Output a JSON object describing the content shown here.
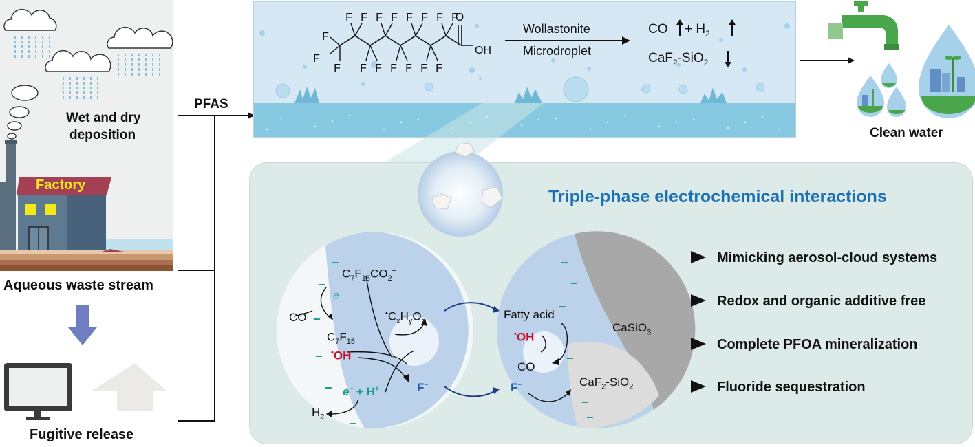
{
  "left_panel": {
    "deposition_label_line1": "Wet and dry",
    "deposition_label_line2": "deposition",
    "factory_label": "Factory",
    "waste_stream_label": "Aqueous waste stream",
    "fugitive_label": "Fugitive release"
  },
  "flow": {
    "pfas_label": "PFAS"
  },
  "reaction": {
    "molecule_atoms": {
      "fluorine": "F",
      "oxygen": "O",
      "hydroxyl": "OH"
    },
    "condition_top": "Wollastonite",
    "condition_bottom": "Microdroplet",
    "product_co": "CO",
    "product_h2_prefix": "+ H",
    "product_h2_sub": "2",
    "product_caf_a": "CaF",
    "product_caf_sub2": "2",
    "product_caf_b": "-SiO",
    "product_caf_sub3": "2"
  },
  "outcome": {
    "clean_water_label": "Clean water"
  },
  "interactions": {
    "title": "Triple-phase electrochemical interactions",
    "features": [
      "Mimicking aerosol-cloud systems",
      "Redox and organic additive free",
      "Complete PFOA mineralization",
      "Fluoride sequestration"
    ]
  },
  "mechanism_left": {
    "c7f15co2_a": "C",
    "c7f15co2_s1": "7",
    "c7f15co2_b": "F",
    "c7f15co2_s2": "15",
    "c7f15co2_c": "CO",
    "c7f15co2_s3": "2",
    "c7f15co2_sup": "−",
    "electron": "e",
    "electron_sup": "−",
    "co": "CO",
    "c7f15_a": "C",
    "c7f15_s1": "7",
    "c7f15_b": "F",
    "c7f15_s2": "15",
    "c7f15_sup": "−",
    "radical_dot": "•",
    "oh": "OH",
    "cxhyoz_a": "C",
    "cxhyoz_s1": "x",
    "cxhyoz_b": "H",
    "cxhyoz_s2": "y",
    "cxhyoz_c": "O",
    "cxhyoz_s3": "z",
    "eh_e": "e",
    "eh_e_sup": "−",
    "eh_plus": "+ H",
    "eh_h_sup": "+",
    "fluoride": "F",
    "fluoride_sup": "−",
    "h2_a": "H",
    "h2_s": "2",
    "minus": "−"
  },
  "mechanism_right": {
    "fatty_acid": "Fatty acid",
    "radical_dot": "•",
    "oh": "OH",
    "co": "CO",
    "fluoride": "F",
    "fluoride_sup": "−",
    "casio3_a": "CaSiO",
    "casio3_s": "3",
    "caf_a": "CaF",
    "caf_s1": "2",
    "caf_b": "-SiO",
    "caf_s2": "2",
    "minus": "−"
  },
  "colors": {
    "accent_title": "#1a6fb5",
    "radical_red": "#c8102e",
    "teal_charge": "#1a9e8a",
    "fluoride_blue": "#1a5fa8",
    "factory_label": "#f2e81c"
  }
}
